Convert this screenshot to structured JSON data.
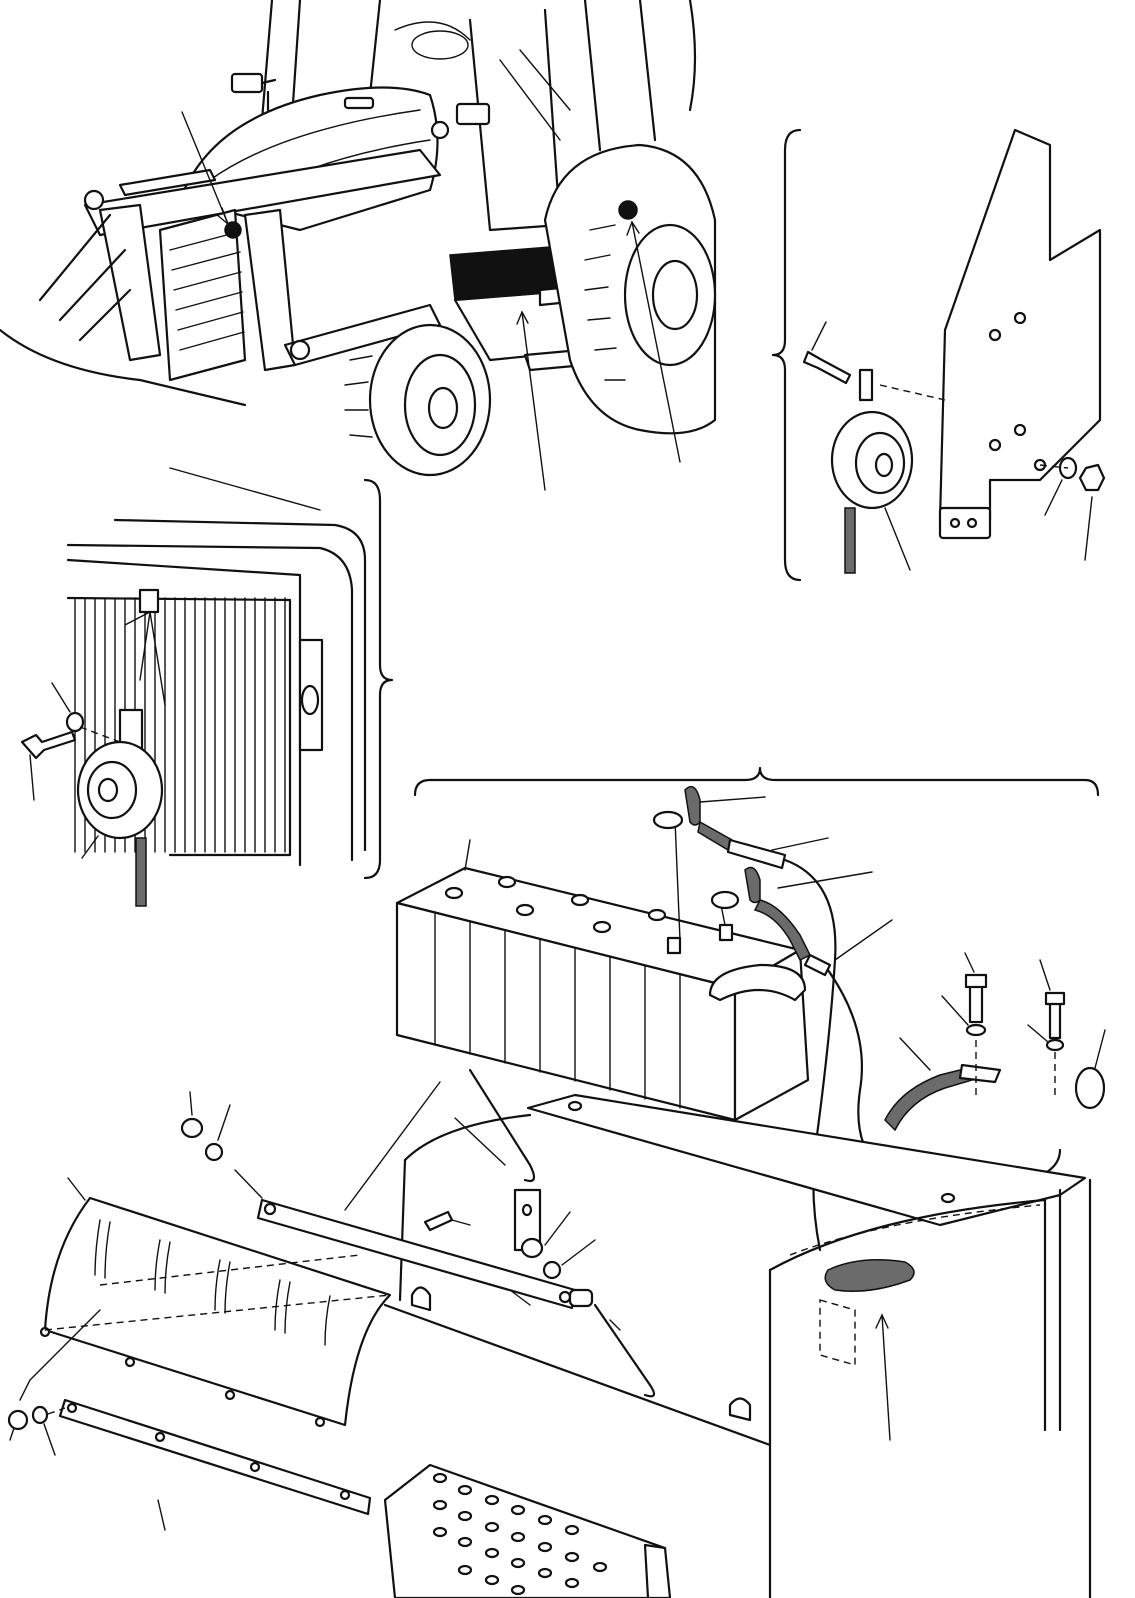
{
  "figure": {
    "kind": "exploded parts diagram, backhoe loader: horns, battery and battery cover",
    "views": [
      "machine-overview",
      "rear-horn-detail",
      "front-horn-detail",
      "battery-detail"
    ],
    "text_labels": []
  }
}
